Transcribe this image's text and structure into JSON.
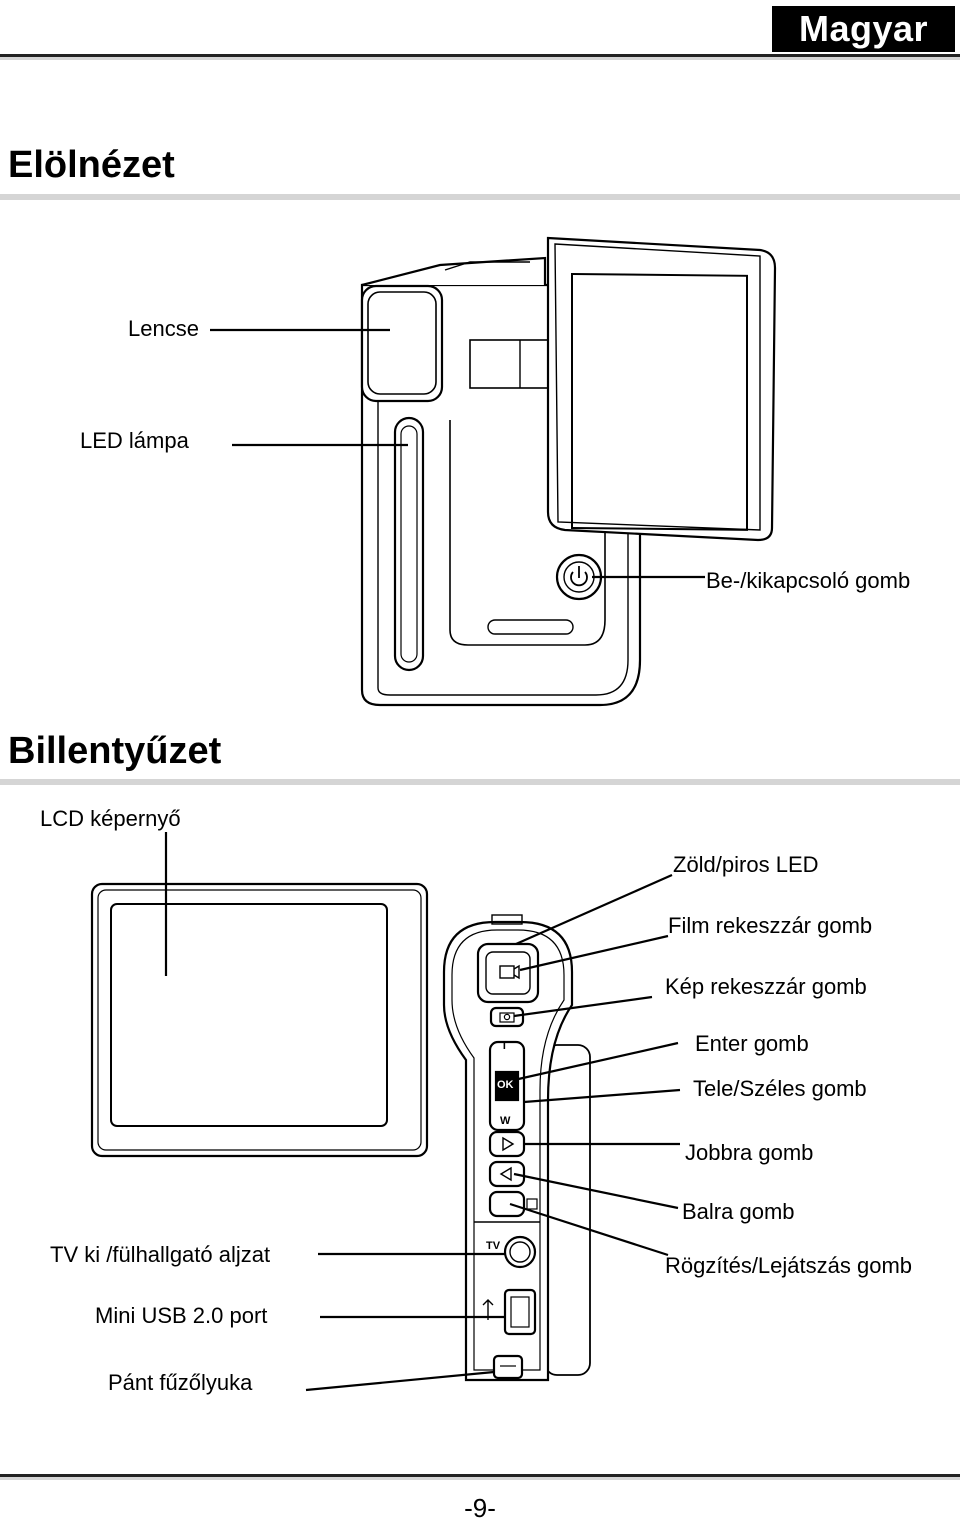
{
  "header": {
    "language": "Magyar"
  },
  "front_view": {
    "title": "Elölnézet",
    "labels": {
      "lens": "Lencse",
      "led_lamp": "LED  lámpa",
      "power_button": "Be-/kikapcsoló  gomb"
    }
  },
  "keyboard": {
    "title": "Billentyűzet",
    "labels": {
      "lcd_screen": "LCD képernyő",
      "green_red_led": "Zöld/piros LED",
      "movie_shutter": "Film rekeszzár gomb",
      "picture_shutter": "Kép rekeszzár gomb",
      "enter": "Enter gomb",
      "tele_wide": "Tele/Széles gomb",
      "right": "Jobbra gomb",
      "left": "Balra gomb",
      "record_play": "Rögzítés/Lejátszás gomb",
      "tv_out": "TV ki /fülhallgató aljzat",
      "mini_usb": "Mini USB 2.0 port",
      "strap_hole": "Pánt fűzőlyuka"
    },
    "device_marks": {
      "tele": "T",
      "wide": "W",
      "ok": "OK",
      "tv": "TV"
    }
  },
  "footer": {
    "page_number": "-9-"
  }
}
